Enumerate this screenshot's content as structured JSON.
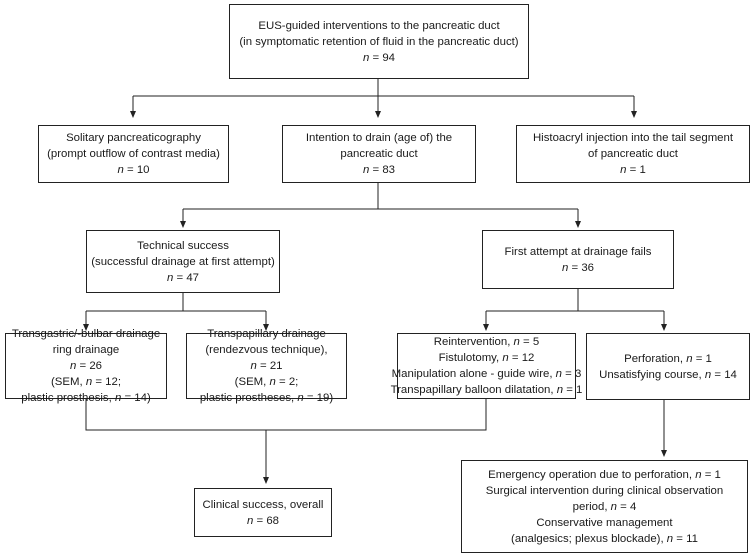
{
  "boxes": {
    "root": {
      "lines": [
        "EUS-guided interventions to the pancreatic duct",
        "(in symptomatic retention of fluid in the pancreatic duct)"
      ],
      "n": "94"
    },
    "solitary": {
      "lines": [
        "Solitary pancreaticography",
        "(prompt outflow of contrast media)"
      ],
      "n": "10"
    },
    "intention": {
      "lines": [
        "Intention to drain (age of) the",
        "pancreatic duct"
      ],
      "n": "83"
    },
    "histoacryl": {
      "lines": [
        "Histoacryl injection into the tail segment",
        "of pancreatic duct"
      ],
      "n": "1"
    },
    "technical": {
      "lines": [
        "Technical success",
        "(successful drainage at first attempt)"
      ],
      "n": "47"
    },
    "first_fail": {
      "lines": [
        "First attempt at drainage fails"
      ],
      "n": "36"
    },
    "transgastric": {
      "line1": "Transgastric/-bulbar drainage",
      "line2": "ring drainage",
      "n": "26",
      "sem_prefix": "(SEM, ",
      "sem_n": "12",
      "sem_suffix": ";",
      "plastic_prefix": "plastic prosthesis, ",
      "plastic_n": "14",
      "plastic_suffix": ")"
    },
    "transpapillary": {
      "line1": "Transpapillary drainage",
      "line2": "(rendezvous technique),",
      "n": "21",
      "sem_prefix": "(SEM, ",
      "sem_n": "2",
      "sem_suffix": ";",
      "plastic_prefix": "plastic prostheses, ",
      "plastic_n": "19",
      "plastic_suffix": ")"
    },
    "reintervention": {
      "items": [
        {
          "label": "Reintervention, ",
          "n": "5"
        },
        {
          "label": "Fistulotomy, ",
          "n": "12"
        },
        {
          "label": "Manipulation alone - guide wire, ",
          "n": "3"
        },
        {
          "label": "Transpapillary balloon dilatation, ",
          "n": "1"
        }
      ]
    },
    "perforation": {
      "items": [
        {
          "label": "Perforation, ",
          "n": "1"
        },
        {
          "label": "Unsatisfying course, ",
          "n": "14"
        }
      ]
    },
    "clinical": {
      "lines": [
        "Clinical success, overall"
      ],
      "n": "68"
    },
    "emergency": {
      "l1_label": "Emergency operation due to perforation, ",
      "l1_n": "1",
      "l2": "Surgical intervention during clinical observation",
      "l3_prefix": "period, ",
      "l3_n": "4",
      "l4": "Conservative management",
      "l5_prefix": "(analgesics; plexus blockade), ",
      "l5_n": "11"
    }
  },
  "n_symbol": "n",
  "eq": " = "
}
